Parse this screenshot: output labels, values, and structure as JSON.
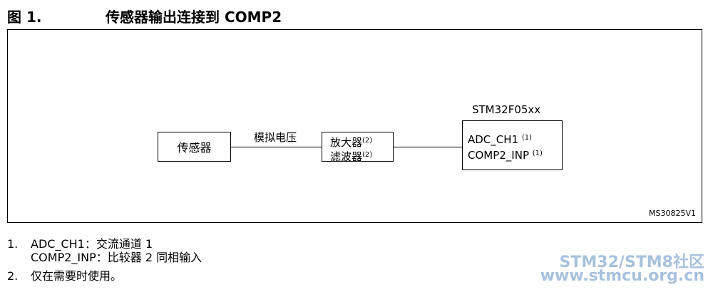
{
  "figure": {
    "number": "图 1.",
    "title": "传感器输出连接到 COMP2"
  },
  "diagram": {
    "sensor": "传感器",
    "signal_label": "模拟电压",
    "amplifier_line1": "放大器",
    "amplifier_line1_sup": "(2)",
    "amplifier_line2": "滤波器",
    "amplifier_line2_sup": "(2)",
    "mcu_name": "STM32F05xx",
    "mcu_pin1": "ADC_CH1",
    "mcu_pin1_sup": "(1)",
    "mcu_pin2": "COMP2_INP",
    "mcu_pin2_sup": "(1)",
    "doc_id": "MS30825V1"
  },
  "notes": [
    {
      "num": "1.",
      "line1": "ADC_CH1：交流通道 1",
      "line2": "COMP2_INP：比较器 2 同相输入"
    },
    {
      "num": "2.",
      "line1": "仅在需要时使用。"
    }
  ],
  "watermark": {
    "line1": "STM32/STM8社区",
    "line2": "www.stmcu.org.cn"
  }
}
